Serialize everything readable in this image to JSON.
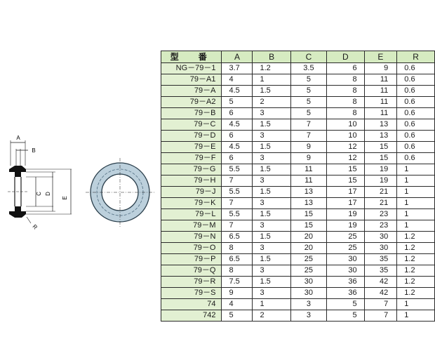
{
  "drawing": {
    "dimension_labels": {
      "a": "A",
      "b": "B",
      "c": "C",
      "d": "D",
      "e": "E",
      "r": "R"
    }
  },
  "table": {
    "headers": [
      "型　番",
      "A",
      "B",
      "C",
      "D",
      "E",
      "R"
    ],
    "rows": [
      [
        "NG－79－1",
        "3.7",
        "1.2",
        "3.5",
        "6",
        "9",
        "0.6"
      ],
      [
        "79－A1",
        "4",
        "1",
        "5",
        "8",
        "11",
        "0.6"
      ],
      [
        "79－A",
        "4.5",
        "1.5",
        "5",
        "8",
        "11",
        "0.6"
      ],
      [
        "79－A2",
        "5",
        "2",
        "5",
        "8",
        "11",
        "0.6"
      ],
      [
        "79－B",
        "6",
        "3",
        "5",
        "8",
        "11",
        "0.6"
      ],
      [
        "79－C",
        "4.5",
        "1.5",
        "7",
        "10",
        "13",
        "0.6"
      ],
      [
        "79－D",
        "6",
        "3",
        "7",
        "10",
        "13",
        "0.6"
      ],
      [
        "79－E",
        "4.5",
        "1.5",
        "9",
        "12",
        "15",
        "0.6"
      ],
      [
        "79－F",
        "6",
        "3",
        "9",
        "12",
        "15",
        "0.6"
      ],
      [
        "79－G",
        "5.5",
        "1.5",
        "11",
        "15",
        "19",
        "1"
      ],
      [
        "79－H",
        "7",
        "3",
        "11",
        "15",
        "19",
        "1"
      ],
      [
        "79－J",
        "5.5",
        "1.5",
        "13",
        "17",
        "21",
        "1"
      ],
      [
        "79－K",
        "7",
        "3",
        "13",
        "17",
        "21",
        "1"
      ],
      [
        "79－L",
        "5.5",
        "1.5",
        "15",
        "19",
        "23",
        "1"
      ],
      [
        "79－M",
        "7",
        "3",
        "15",
        "19",
        "23",
        "1"
      ],
      [
        "79－N",
        "6.5",
        "1.5",
        "20",
        "25",
        "30",
        "1.2"
      ],
      [
        "79－O",
        "8",
        "3",
        "20",
        "25",
        "30",
        "1.2"
      ],
      [
        "79－P",
        "6.5",
        "1.5",
        "25",
        "30",
        "35",
        "1.2"
      ],
      [
        "79－Q",
        "8",
        "3",
        "25",
        "30",
        "35",
        "1.2"
      ],
      [
        "79－R",
        "7.5",
        "1.5",
        "30",
        "36",
        "42",
        "1.2"
      ],
      [
        "79－S",
        "9",
        "3",
        "30",
        "36",
        "42",
        "1.2"
      ],
      [
        "74",
        "4",
        "1",
        "3",
        "5",
        "7",
        "1"
      ],
      [
        "742",
        "5",
        "2",
        "3",
        "5",
        "7",
        "1"
      ]
    ]
  },
  "colors": {
    "header_bg": "#d6ebc1",
    "model_cell_bg": "#e2f0d2",
    "grommet_face": "#bcd0dc",
    "line": "#1a1a1a"
  }
}
